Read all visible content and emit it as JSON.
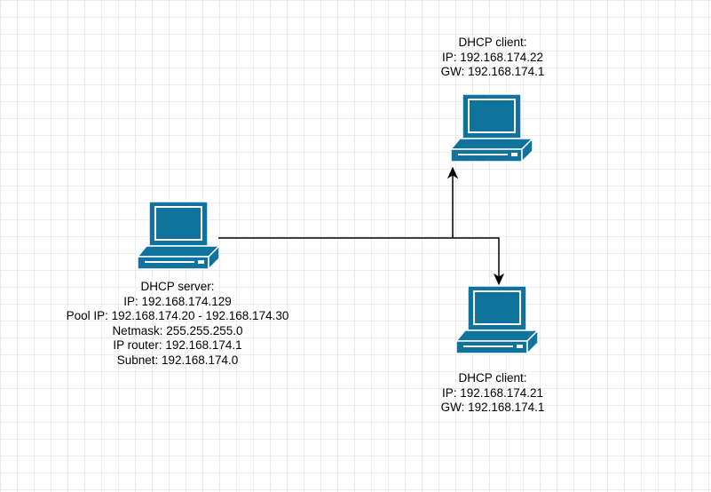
{
  "colors": {
    "computer_fill": "#10739E",
    "computer_outline": "#ffffff",
    "connector": "#000000",
    "grid": "#ebebeb"
  },
  "nodes": {
    "server": {
      "icon": "computer-icon",
      "lines": [
        "DHCP server:",
        "IP: 192.168.174.129",
        "Pool IP: 192.168.174.20 - 192.168.174.30",
        "Netmask: 255.255.255.0",
        "IP router: 192.168.174.1",
        "Subnet: 192.168.174.0"
      ]
    },
    "client_top": {
      "icon": "computer-icon",
      "lines": [
        "DHCP client:",
        "IP: 192.168.174.22",
        "GW: 192.168.174.1"
      ]
    },
    "client_bottom": {
      "icon": "computer-icon",
      "lines": [
        "DHCP client:",
        "IP: 192.168.174.21",
        "GW: 192.168.174.1"
      ]
    }
  }
}
